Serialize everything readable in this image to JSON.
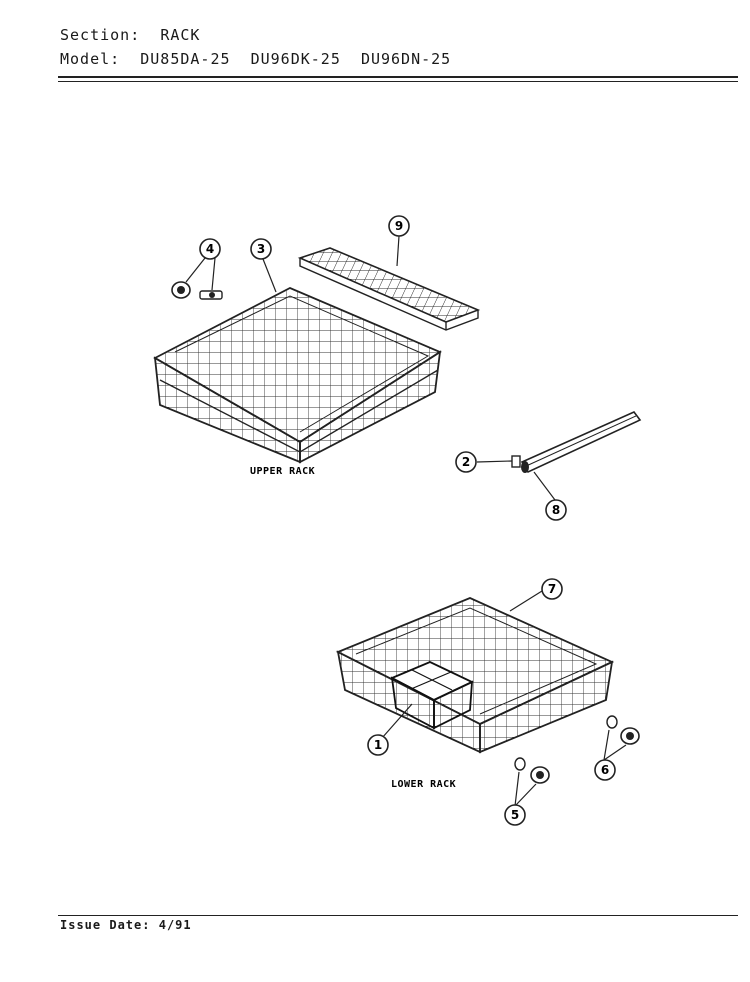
{
  "header": {
    "section_label": "Section:",
    "section_value": "RACK",
    "model_label": "Model:",
    "models": [
      "DU85DA-25",
      "DU96DK-25",
      "DU96DN-25"
    ]
  },
  "diagram": {
    "upper_caption": "UPPER RACK",
    "lower_caption": "LOWER RACK",
    "callouts": [
      {
        "id": "1",
        "part": "silverware-basket"
      },
      {
        "id": "2",
        "part": "track-end-cap"
      },
      {
        "id": "3",
        "part": "upper-rack"
      },
      {
        "id": "4",
        "part": "upper-rack-roller"
      },
      {
        "id": "5",
        "part": "lower-rack-roller"
      },
      {
        "id": "6",
        "part": "lower-rack-roller-side"
      },
      {
        "id": "7",
        "part": "lower-rack"
      },
      {
        "id": "8",
        "part": "upper-rack-track"
      },
      {
        "id": "9",
        "part": "cup-shelf"
      }
    ]
  },
  "footer": {
    "issue_label": "Issue Date:",
    "issue_date": "4/91"
  }
}
